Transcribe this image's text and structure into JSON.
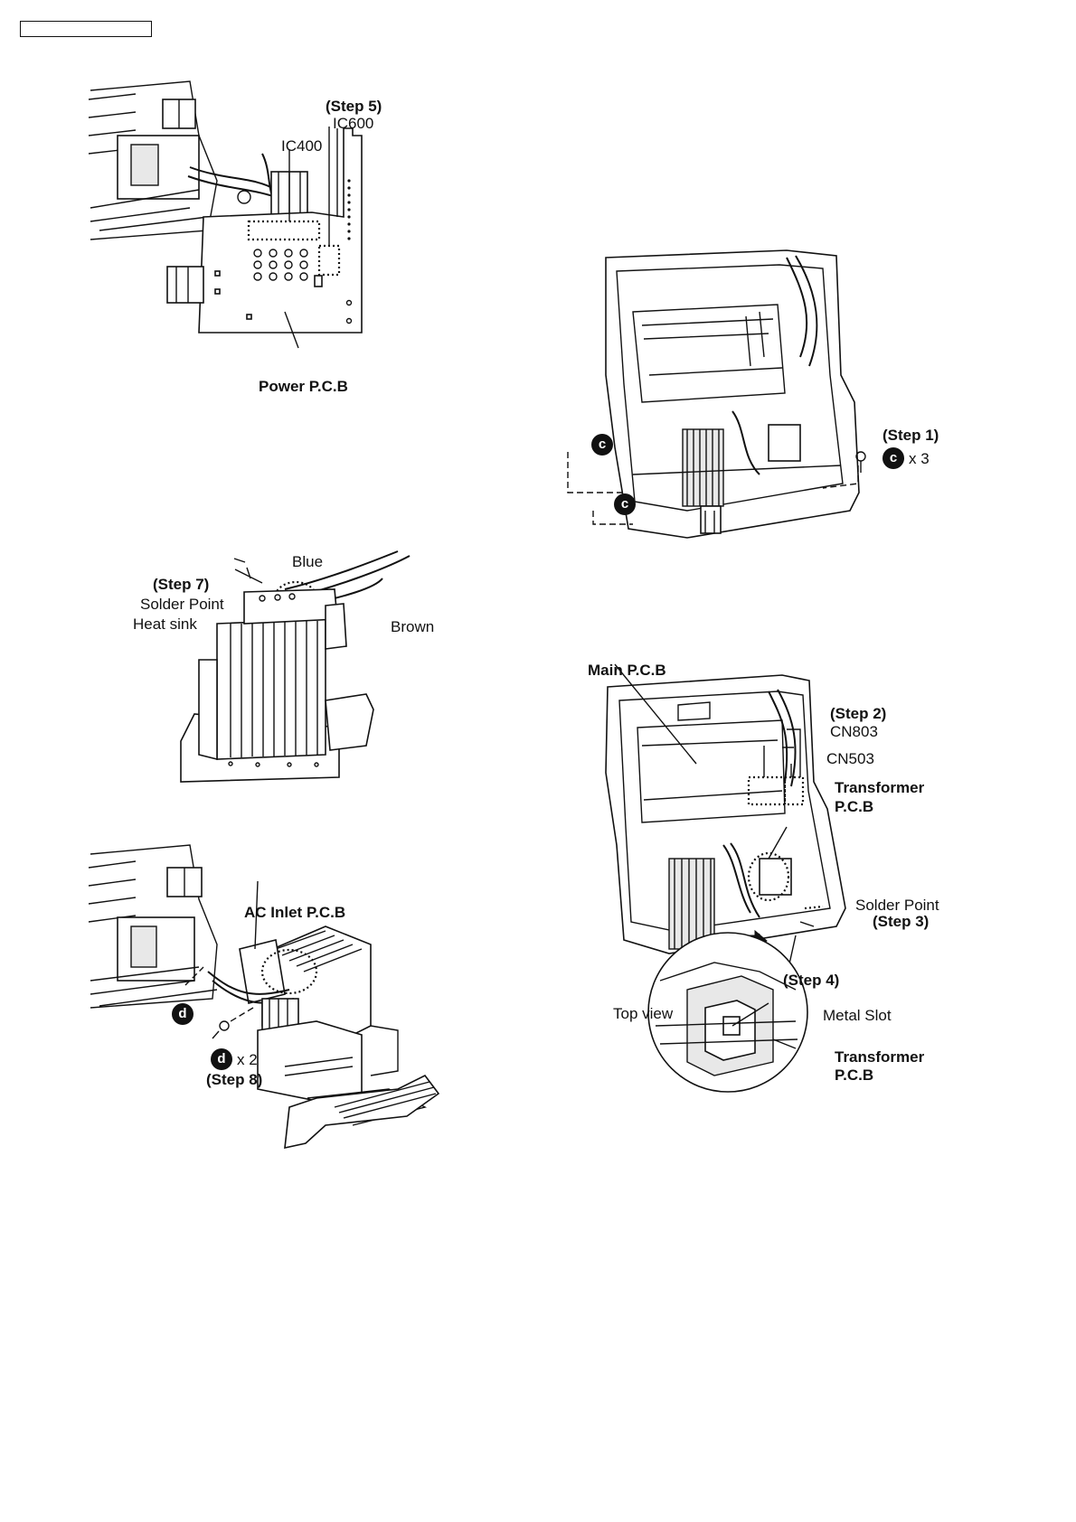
{
  "fig1": {
    "step5": "(Step 5)",
    "ic600": "IC600",
    "ic400": "IC400",
    "power_pcb": "Power P.C.B"
  },
  "fig2": {
    "step1": "(Step 1)",
    "screw_letter": "c",
    "screw_count": "x 3"
  },
  "fig3": {
    "blue": "Blue",
    "step7": "(Step 7)",
    "solder_point": "Solder Point",
    "heat_sink": "Heat sink",
    "brown": "Brown"
  },
  "fig4": {
    "main_pcb": "Main P.C.B",
    "step2": "(Step 2)",
    "cn803": "CN803",
    "cn503": "CN503",
    "transformer_l1": "Transformer",
    "transformer_l2": "P.C.B",
    "solder_point": "Solder Point",
    "step3": "(Step 3)",
    "step4": "(Step 4)",
    "top_view": "Top view",
    "metal_slot": "Metal Slot",
    "transformer2_l1": "Transformer",
    "transformer2_l2": "P.C.B"
  },
  "fig5": {
    "ac_inlet_pcb": "AC Inlet P.C.B",
    "screw_letter": "d",
    "screw_count": "x 2",
    "step8": "(Step 8)"
  }
}
